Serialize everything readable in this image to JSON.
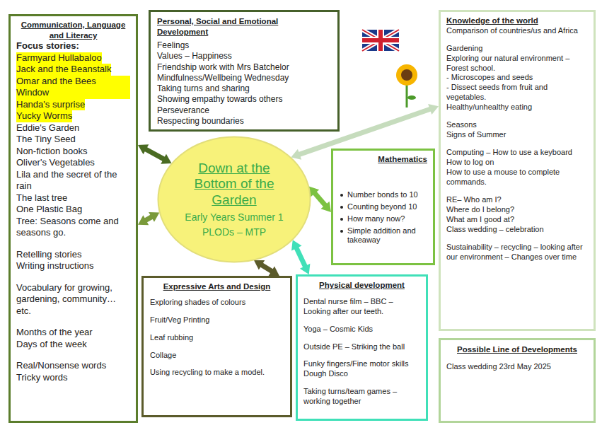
{
  "diagram": {
    "nodes": [
      {
        "text": [
          "Communication, Language and Literacy",
          "Focus stories:",
          "Farmyard Hullabaloo",
          "Jack and the Beanstalk",
          "Omar and the Bees Window",
          "Handa's surprise",
          "Yucky Worms",
          "Eddie's Garden",
          "The Tiny Seed",
          "Non-fiction books",
          "Oliver's Vegetables",
          "Lila and the secret of the rain",
          "The last tree",
          "One Plastic Bag",
          "Tree: Seasons come and seasons go.",
          "Retelling stories",
          "Writing instructions",
          "Vocabulary for growing, gardening, community… etc.",
          "Months of the year",
          "Days of the week",
          "Real/Nonsense words",
          "Tricky words"
        ]
      },
      {
        "text": [
          "Personal, Social and Emotional Development",
          "Feelings",
          "Values – Happiness",
          "Friendship work with Mrs Batchelor",
          "Mindfulness/Wellbeing Wednesday",
          "Taking turns and sharing",
          "Showing empathy towards others",
          "Perseverance",
          "Respecting boundaries"
        ]
      },
      {
        "text": [
          "Knowledge of the world",
          "Comparison of countries/us and Africa",
          "Gardening",
          "Exploring our natural environment – Forest school.",
          "- Microscopes and seeds",
          "- Dissect seeds from fruit and vegetables.",
          "Healthy/unhealthy eating",
          "Seasons",
          "Signs of Summer",
          "Computing – How to use a keyboard",
          "How to log on",
          "How to use a mouse to complete commands.",
          "RE– Who am I?",
          "Where do I belong?",
          "What am I good at?",
          "Class wedding – celebration",
          "Sustainability – recycling – looking after our environment – Changes over time"
        ]
      },
      {
        "text": [
          "Down at the Bottom of the Garden",
          "Early Years Summer 1",
          "PLODs – MTP"
        ]
      },
      {
        "text": [
          "Mathematics",
          "Number bonds to 10",
          "Counting beyond 10",
          "How many now?",
          "Simple addition and takeaway"
        ]
      },
      {
        "text": [
          "Expressive Arts and Design",
          "Exploring shades of colours",
          "Fruit/Veg Printing",
          "Leaf rubbing",
          "Collage",
          "Using recycling to make a model."
        ]
      },
      {
        "text": [
          "Physical development",
          "Dental nurse film – BBC – Looking after our teeth.",
          "Yoga – Cosmic Kids",
          "Outside PE – Striking the ball",
          "Funky fingers/Fine motor skills Dough Disco",
          "Taking turns/team games – working together"
        ]
      },
      {
        "text": [
          "Possible Line of Developments",
          "Class wedding 23rd May 2025"
        ]
      }
    ],
    "edges": [
      {
        "from": 3,
        "to": 0,
        "arrow": "both"
      },
      {
        "from": 3,
        "to": 0,
        "arrow": "both"
      },
      {
        "from": 3,
        "to": 2,
        "arrow": "both"
      },
      {
        "from": 3,
        "to": 4,
        "arrow": "both"
      },
      {
        "from": 3,
        "to": 6,
        "arrow": "both"
      },
      {
        "from": 3,
        "to": 5,
        "arrow": "both"
      }
    ]
  }
}
